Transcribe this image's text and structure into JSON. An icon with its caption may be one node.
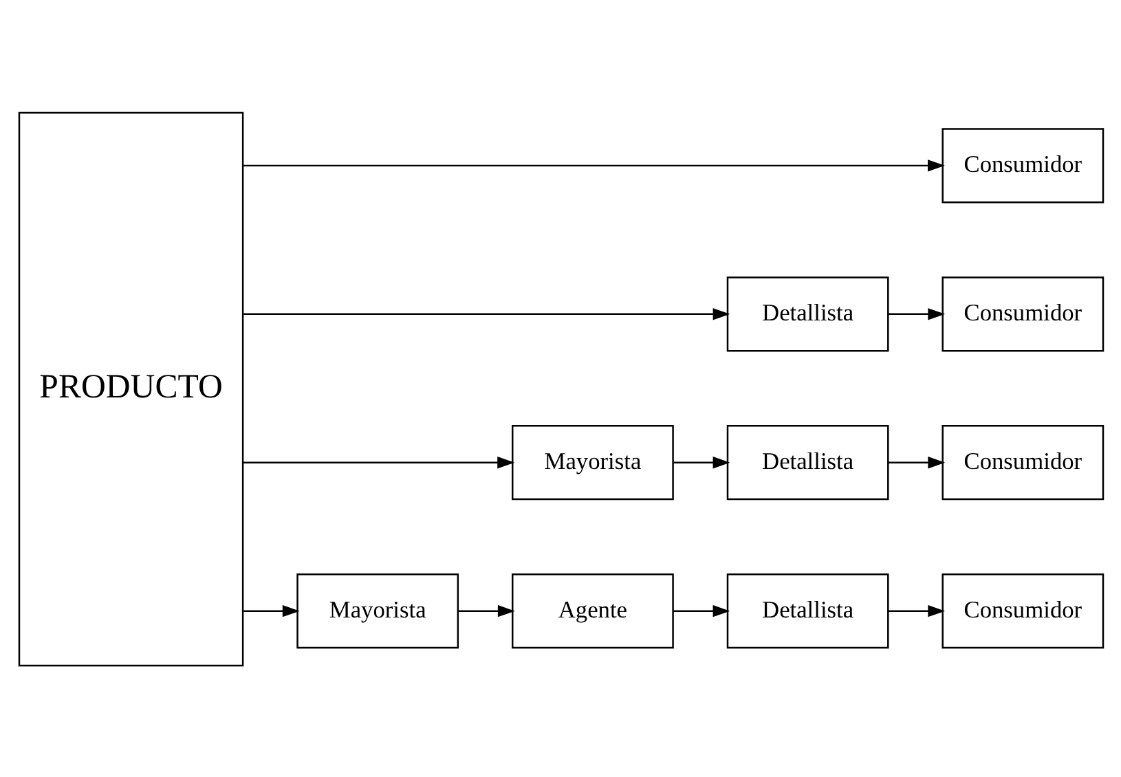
{
  "diagram": {
    "nodes": [
      {
        "text": [
          "PRODUCTO"
        ]
      },
      {
        "text": [
          "Consumidor"
        ]
      },
      {
        "text": [
          "Detallista"
        ]
      },
      {
        "text": [
          "Consumidor"
        ]
      },
      {
        "text": [
          "Mayorista"
        ]
      },
      {
        "text": [
          "Detallista"
        ]
      },
      {
        "text": [
          "Consumidor"
        ]
      },
      {
        "text": [
          "Mayorista"
        ]
      },
      {
        "text": [
          "Agente"
        ]
      },
      {
        "text": [
          "Detallista"
        ]
      },
      {
        "text": [
          "Consumidor"
        ]
      }
    ],
    "edges": [
      {
        "from": 0,
        "to": 1,
        "arrow": "to"
      },
      {
        "from": 0,
        "to": 2,
        "arrow": "to"
      },
      {
        "from": 2,
        "to": 3,
        "arrow": "to"
      },
      {
        "from": 0,
        "to": 4,
        "arrow": "to"
      },
      {
        "from": 4,
        "to": 5,
        "arrow": "to"
      },
      {
        "from": 5,
        "to": 6,
        "arrow": "to"
      },
      {
        "from": 0,
        "to": 7,
        "arrow": "to"
      },
      {
        "from": 7,
        "to": 8,
        "arrow": "to"
      },
      {
        "from": 8,
        "to": 9,
        "arrow": "to"
      },
      {
        "from": 9,
        "to": 10,
        "arrow": "to"
      }
    ]
  }
}
